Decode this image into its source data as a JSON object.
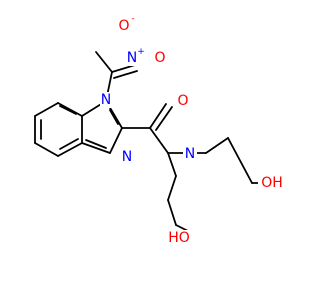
{
  "molecule": {
    "atoms": {
      "n_ring": {
        "symbol": "N",
        "color": "#0000ff"
      },
      "n_imine": {
        "symbol": "N",
        "color": "#0000ff"
      },
      "n_nitro": {
        "symbol": "N",
        "color": "#0000ff",
        "charge": "+"
      },
      "o_nitro_a": {
        "symbol": "O",
        "color": "#ff0000",
        "charge": "-"
      },
      "o_nitro_b": {
        "symbol": "O",
        "color": "#ff0000"
      },
      "o_carbonyl": {
        "symbol": "O",
        "color": "#ff0000"
      },
      "n_amide": {
        "symbol": "N",
        "color": "#0000ff"
      },
      "oh_right": {
        "symbol": "OH",
        "color": "#ff0000"
      },
      "oh_bottom": {
        "symbol": "HO",
        "color": "#ff0000"
      }
    },
    "bond_color": "#000000"
  }
}
